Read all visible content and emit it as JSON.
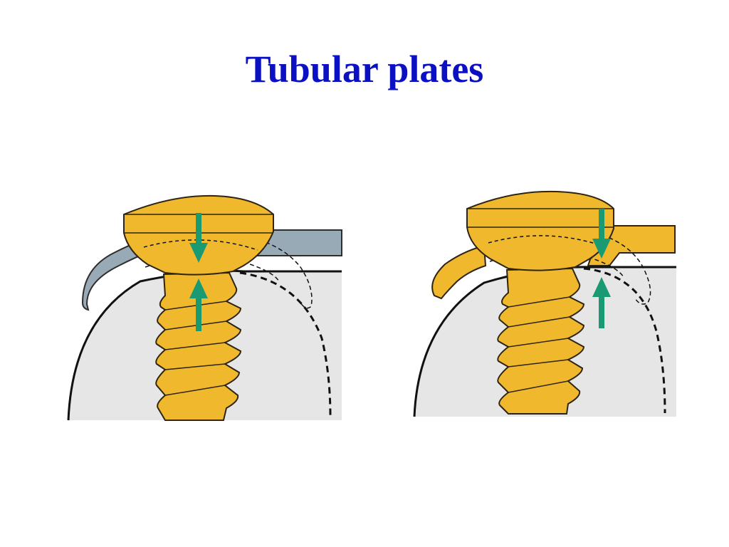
{
  "slide": {
    "title": "Tubular plates"
  },
  "figures": [
    {
      "id": "left",
      "subject": "screw-head-over-tubular-plate",
      "arrows": [
        "compression-down",
        "compression-up"
      ]
    },
    {
      "id": "right",
      "subject": "screw-head-in-plate-hole-with-step",
      "arrows": [
        "compression-down",
        "compression-up"
      ]
    }
  ],
  "colors": {
    "title": "#0b10c2",
    "screw": "#f0b82d",
    "screw_outline": "#2e2414",
    "plate_left": "#98aab6",
    "bone": "#e6e6e6",
    "arrow": "#1a9a72",
    "line": "#111111"
  }
}
